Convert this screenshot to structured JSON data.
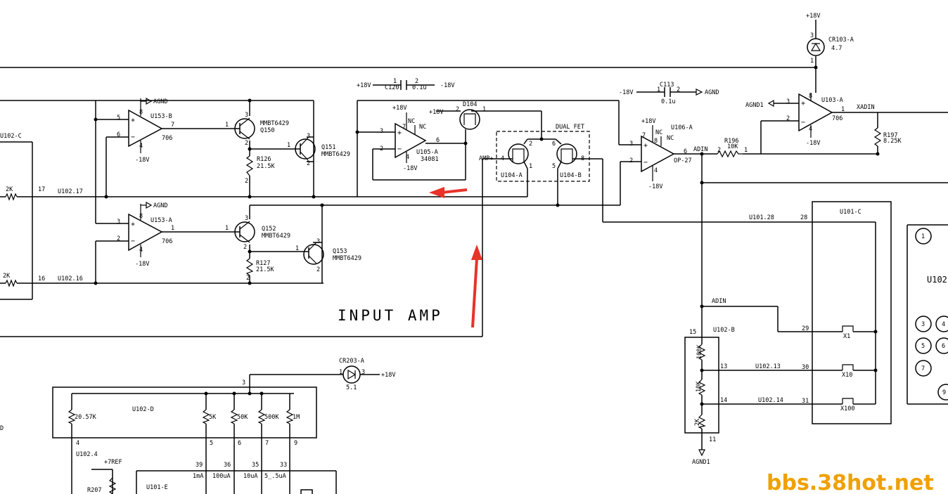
{
  "watermark": {
    "text": "bbs.38hot.net",
    "color": "#f0a000"
  },
  "section_title": "INPUT AMP",
  "arrow_color": "#e8322a",
  "labels": {
    "u153b": "U153-B",
    "u153b_type": "706",
    "u153b_p8": "8",
    "u153b_p5": "5",
    "u153b_p6": "6",
    "u153b_p7": "7",
    "u153b_p4": "4",
    "u153b_agnd": "AGND",
    "u153b_vneg": "-18V",
    "u153a": "U153-A",
    "u153a_type": "706",
    "u153a_p8": "8",
    "u153a_p3": "3",
    "u153a_p2": "2",
    "u153a_p1": "1",
    "u153a_p4": "4",
    "u153a_agnd": "AGND",
    "u153a_vneg": "-18V",
    "q150_part": "MMBT6429",
    "q150": "Q150",
    "q150_p1": "1",
    "q150_p2": "2",
    "q150_p3": "3",
    "q151": "Q151",
    "q151_part": "MMBT6429",
    "q151_p1": "1",
    "q151_p2": "2",
    "q151_p3": "3",
    "q152": "Q152",
    "q152_part": "MMBT6429",
    "q152_p1": "1",
    "q152_p2": "2",
    "q152_p3": "3",
    "q153": "Q153",
    "q153_part": "MMBT6429",
    "q153_p1": "1",
    "q153_p2": "2",
    "q153_p3": "3",
    "r126": "R126",
    "r126_val": "21.5K",
    "r126_p2": "2",
    "r127": "R127",
    "r127_val": "21.5K",
    "r127_p2": "2",
    "u102c": "U102-C",
    "r2k_a": "2K",
    "r2k_b": "2K",
    "pin17": "17",
    "net17": "U102.17",
    "pin16": "16",
    "net16": "U102.16",
    "c120_vpos": "+18V",
    "c120": "C120",
    "c120_val": "0.1u",
    "c120_vneg": "-18V",
    "c120_p1": "1",
    "c120_p2": "2",
    "u105_vpos": "+18V",
    "u105_nc1": "NC",
    "u105_nc2": "NC",
    "u105": "U105-A",
    "u105_part": "34081",
    "u105_vneg": "-18V",
    "u105_p7": "7",
    "u105_p3": "3",
    "u105_p2": "2",
    "u105_p6": "6",
    "u105_p4": "4",
    "d104_vpos": "+18V",
    "d104": "D104",
    "d104_p2": "2",
    "d104_p1": "1",
    "dual_fet": "DUAL FET",
    "u104a": "U104-A",
    "u104b": "U104-B",
    "amp_in": "AMP+",
    "u104_p4": "4",
    "u104_p2": "2",
    "u104_p1": "1",
    "u104_p6": "6",
    "u104_p5": "5",
    "u104_p8": "8",
    "u106_vpos": "+18V",
    "u106_nc1": "NC",
    "u106_nc2": "NC",
    "u106": "U106-A",
    "u106_part": "OP-27",
    "u106_vneg": "-18V",
    "u106_p7": "7",
    "u106_p8": "8",
    "u106_p3": "3",
    "u106_p2": "2",
    "u106_p6": "6",
    "u106_p4": "4",
    "c113_vneg": "-18V",
    "c113": "C113",
    "c113_val": "0.1u",
    "c113_p1": "1",
    "c113_p2": "2",
    "c113_agnd": "AGND",
    "adin": "ADIN",
    "r196": "R196",
    "r196_val": "10K",
    "r196_p2": "2",
    "r196_p1": "1",
    "cr103_vpos": "+18V",
    "cr103": "CR103-A",
    "cr103_val": "4.7",
    "cr103_p1": "1",
    "cr103_p3": "3",
    "u103": "U103-A",
    "u103_type": "706",
    "u103_agnd": "AGND1",
    "u103_vneg": "-18V",
    "u103_p8": "8",
    "u103_p3": "3",
    "u103_p2": "2",
    "u103_p1": "1",
    "u103_p4": "4",
    "xadin": "XADIN",
    "r197": "R197",
    "r197_val": "8.25K",
    "u101_28": "U101.28",
    "pin28": "28",
    "u101c": "U101-C",
    "adin2": "ADIN",
    "u102b": "U102-B",
    "pin15": "15",
    "pin11": "11",
    "agnd1": "AGND1",
    "r100k": "100K",
    "r10k": "10K",
    "r2k": "2K",
    "pin13": "13",
    "net13": "U102.13",
    "pin14": "14",
    "net14": "U102.14",
    "pin29": "29",
    "pin30": "30",
    "pin31": "31",
    "x1": "X1",
    "x10": "X10",
    "x100": "X100",
    "u102_right": "U102",
    "circle1": "1",
    "circle3": "3",
    "circle4": "4",
    "circle5": "5",
    "circle6": "6",
    "circle7": "7",
    "circle9": "9",
    "cr203": "CR203-A",
    "cr203_val": "5.1",
    "cr203_vpos": "+18V",
    "cr203_p1": "1",
    "cr203_p3": "3",
    "u102d": "U102-D",
    "u102d_p3": "3",
    "r2057": "20.57K",
    "r5k": "5K",
    "r50k": "50K",
    "r500k": "500K",
    "r1m": "1M",
    "p4": "4",
    "p5": "5",
    "p6": "6",
    "p7": "7",
    "p9": "9",
    "u102_4": "U102.4",
    "ref7": "+7REF",
    "r207": "R207",
    "p39": "39",
    "p36": "36",
    "p35": "35",
    "p33": "33",
    "u101e": "U101-E",
    "i1ma": "1mA",
    "i100ua": "100uA",
    "i10ua": "10uA",
    "i5ua": "5_.5uA",
    "left_d": "D"
  }
}
